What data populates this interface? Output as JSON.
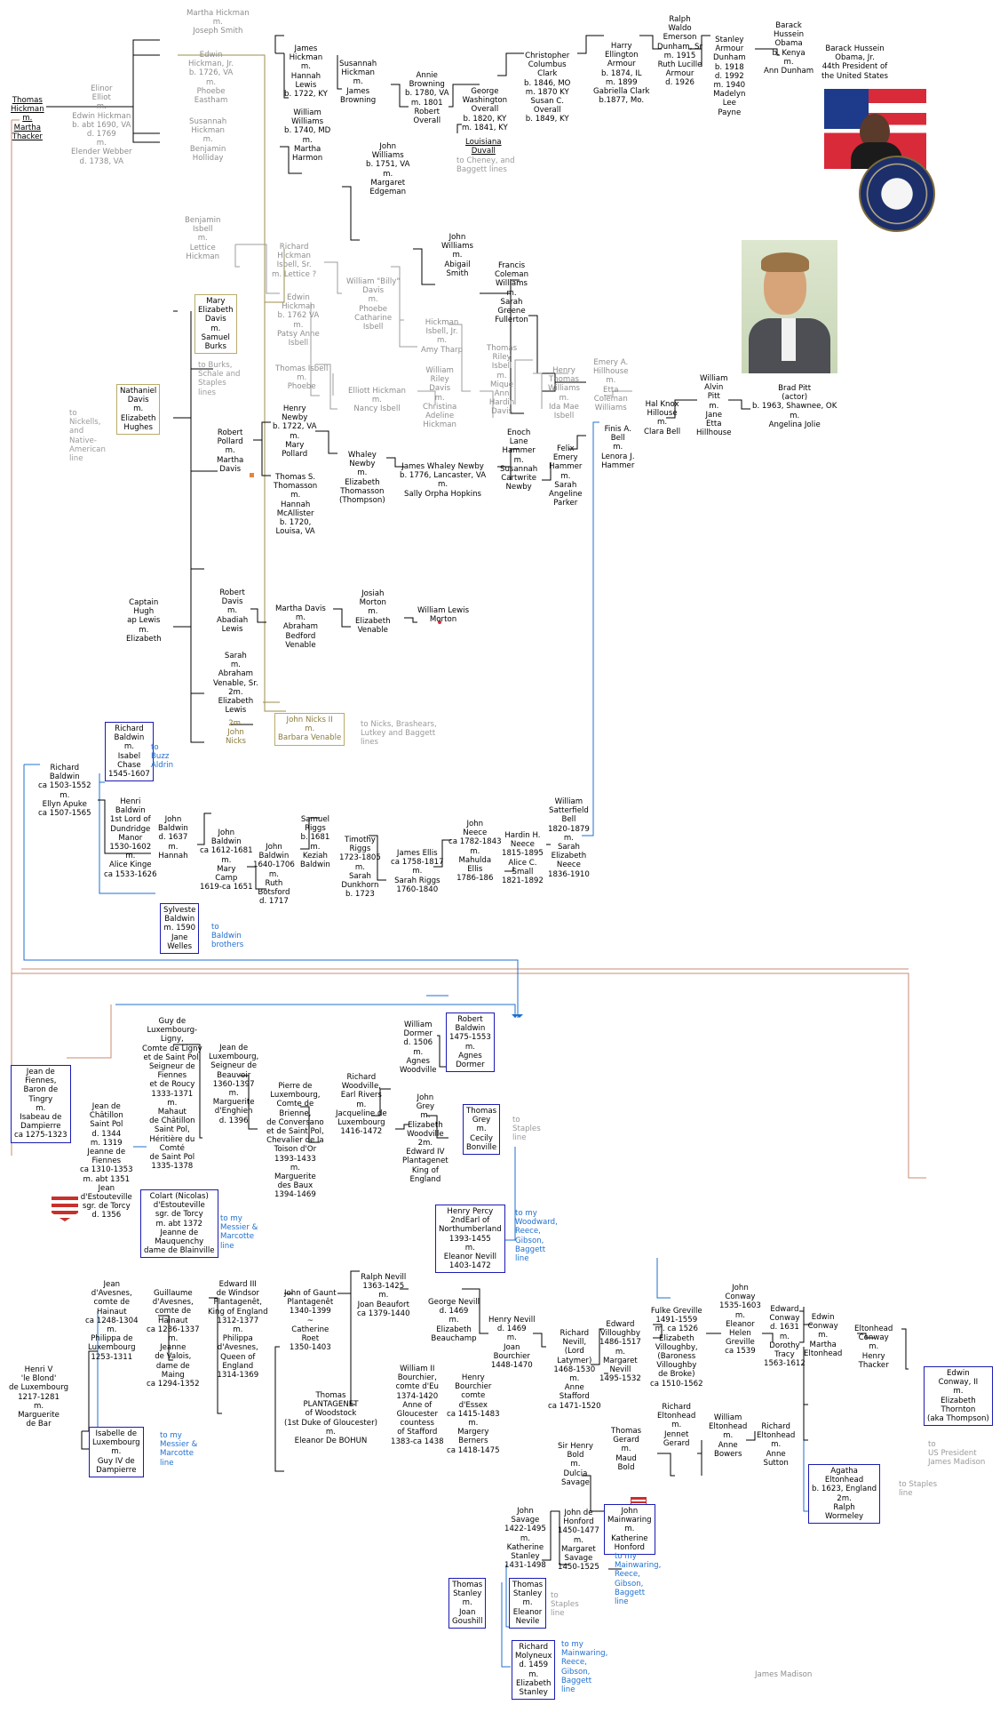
{
  "people": [
    {
      "id": "thomas_hickman",
      "text": "Thomas\nHickman\nm.\nMartha\nThacker"
    },
    {
      "id": "martha_hickman",
      "text": "Martha Hickman\nm.\nJoseph Smith",
      "style": "g"
    },
    {
      "id": "edwin_hickman_jr",
      "text": "Edwin\nHickman, Jr.\nb. 1726, VA\nm.\nPhoebe\nEastham",
      "style": "g"
    },
    {
      "id": "elinor_elliot",
      "text": "Elinor\nElliot\nm.\nEdwin Hickman\nb. abt 1690, VA\nd. 1769\nm.\nElender Webber\nd. 1738, VA",
      "style": "g"
    },
    {
      "id": "susannah_holliday",
      "text": "Susannah\nHickman\nm.\nBenjamin\nHolliday",
      "style": "g"
    },
    {
      "id": "james_hickman",
      "text": "James\nHickman\nm.\nHannah\nLewis\nb. 1722, KY"
    },
    {
      "id": "susannah_browning",
      "text": "Susannah\nHickman\nm.\nJames\nBrowning"
    },
    {
      "id": "annie_browning",
      "text": "Annie\nBrowning\nb. 1780, VA\nm. 1801\nRobert\nOverall"
    },
    {
      "id": "george_overall",
      "text": "George\nWashington\nOverall\nb. 1820, KY\nm. 1841, KY"
    },
    {
      "id": "louisiana_duvall",
      "text": "Louisiana\nDuvall"
    },
    {
      "id": "christopher_clark",
      "text": "Christopher\nColumbus\nClark\nb. 1846, MO\nm. 1870 KY\nSusan C.\nOverall\nb. 1849, KY"
    },
    {
      "id": "harry_armour",
      "text": "Harry\nEllington\nArmour\nb. 1874, IL\nm. 1899\nGabriella Clark\nb.1877, Mo."
    },
    {
      "id": "ralph_dunham",
      "text": "Ralph\nWaldo\nEmerson\nDunham, Sr\nm. 1915\nRuth Lucille\nArmour\nd. 1926"
    },
    {
      "id": "stanley_dunham",
      "text": "Stanley\nArmour\nDunham\nb. 1918\nd. 1992\nm. 1940\nMadelyn\nLee\nPayne"
    },
    {
      "id": "barack_obama_sr",
      "text": "Barack\nHussein\nObama\nb. Kenya\nm.\nAnn Dunham"
    },
    {
      "id": "barack_obama_jr",
      "text": "Barack Hussein\nObama, Jr.\n44th President of\nthe United States"
    },
    {
      "id": "william_williams",
      "text": "William\nWilliams\nb. 1740, MD\nm.\nMartha\nHarmon"
    },
    {
      "id": "john_williams_1751",
      "text": "John\nWilliams\nb. 1751, VA\nm.\nMargaret\nEdgeman"
    },
    {
      "id": "john_williams_smith",
      "text": "John\nWilliams\nm.\nAbigail\nSmith"
    },
    {
      "id": "benjamin_isbell",
      "text": "Benjamin\nIsbell\nm.\nLettice\nHickman",
      "style": "g"
    },
    {
      "id": "richard_hickman_isbell",
      "text": "Richard\nHickman\nIsbell, Sr.\nm. Lettice ?",
      "style": "g"
    },
    {
      "id": "edwin_hickman_1762",
      "text": "Edwin\nHickman\nb. 1762 VA\nm.\nPatsy Anne\nIsbell",
      "style": "g"
    },
    {
      "id": "thomas_isbell",
      "text": "Thomas Isbell\nm.\nPhoebe",
      "style": "g"
    },
    {
      "id": "billy_davis",
      "text": "William \"Billy\"\nDavis\nm.\nPhoebe\nCatharine\nIsbell",
      "style": "g"
    },
    {
      "id": "elliott_hickman",
      "text": "Elliott Hickman\nm.\nNancy Isbell",
      "style": "g"
    },
    {
      "id": "hickman_isbell_jr",
      "text": "Hickman\nIsbell, Jr.\nm.\nAmy Tharp",
      "style": "g"
    },
    {
      "id": "william_riley_davis",
      "text": "William\nRiley\nDavis\nm.\nChristina\nAdeline\nHickman",
      "style": "g"
    },
    {
      "id": "thomas_riley_isbell",
      "text": "Thomas\nRiley\nIsbell\nm.\nMique\nAnn\nHardin\nDavis",
      "style": "g"
    },
    {
      "id": "francis_williams",
      "text": "Francis\nColeman\nWilliams\nm.\nSarah\nGreene\nFullerton"
    },
    {
      "id": "henry_williams",
      "text": "Henry\nThomas\nWilliams\nm.\nIda Mae\nIsbell",
      "style": "g"
    },
    {
      "id": "emery_hillhouse",
      "text": "Emery A.\nHillhouse\nm.\nEtta\nColeman\nWilliams",
      "style": "g"
    },
    {
      "id": "hal_hillhouse",
      "text": "Hal Knox\nHillouse\nm.\nClara Bell"
    },
    {
      "id": "william_pitt",
      "text": "William\nAlvin\nPitt\nm.\nJane\nEtta\nHillhouse"
    },
    {
      "id": "finis_hammer",
      "text": "Finis A.\nBell\nm.\nLenora J.\nHammer"
    },
    {
      "id": "mary_burks",
      "text": "Mary\nElizabeth\nDavis\nm.\nSamuel\nBurks",
      "style": "bo"
    },
    {
      "id": "nathaniel_davis",
      "text": "Nathaniel\nDavis\nm.\nElizabeth\nHughes",
      "style": "bo"
    },
    {
      "id": "robert_pollard",
      "text": "Robert\nPollard\nm.\nMartha\nDavis"
    },
    {
      "id": "henry_newby",
      "text": "Henry\nNewby\nb. 1722, VA\nm.\nMary\nPollard"
    },
    {
      "id": "thomas_thomasson",
      "text": "Thomas S.\nThomasson\nm.\nHannah\nMcAllister\nb. 1720,\nLouisa, VA"
    },
    {
      "id": "whaley_newby",
      "text": "Whaley\nNewby\nm.\nElizabeth\nThomasson\n(Thompson)"
    },
    {
      "id": "james_whaley_newby",
      "text": "James Whaley Newby\nb. 1776, Lancaster, VA\nm.\nSally Orpha Hopkins"
    },
    {
      "id": "enoch_hammer",
      "text": "Enoch\nLane\nHammer\nm.\nSusannah\nCartwrite\nNewby"
    },
    {
      "id": "felix_hammer",
      "text": "Felix\nEmery\nHammer\nm.\nSarah\nAngeline\nParker"
    },
    {
      "id": "hugh_lewis",
      "text": "Captain\nHugh\nap Lewis\nm.\nElizabeth"
    },
    {
      "id": "robert_davis",
      "text": "Robert\nDavis\nm.\nAbadiah\nLewis"
    },
    {
      "id": "martha_davis_venable",
      "text": "Martha Davis\nm.\nAbraham\nBedford\nVenable"
    },
    {
      "id": "josiah_morton",
      "text": "Josiah\nMorton\nm.\nElizabeth\nVenable"
    },
    {
      "id": "william_lewis_morton",
      "text": "William Lewis\nMorton"
    },
    {
      "id": "sarah_venable",
      "text": "Sarah\nm.\nAbraham\nVenable, Sr.\n2m.\nElizabeth\nLewis"
    },
    {
      "id": "john_nicks_2m",
      "text": "2m.\nJohn\nNicks",
      "style": "ol"
    },
    {
      "id": "john_nicks_ii",
      "text": "John Nicks II\nm.\nBarbara Venable",
      "style": "bo ol"
    },
    {
      "id": "richard_baldwin_chase",
      "text": "Richard\nBaldwin\nm.\nIsabel\nChase\n1545-1607",
      "style": "b"
    },
    {
      "id": "richard_baldwin_apuke",
      "text": "Richard\nBaldwin\nca 1503-1552\nm.\nEllyn Apuke\nca 1507-1565"
    },
    {
      "id": "henri_baldwin",
      "text": "Henri\nBaldwin\n1st Lord of\nDundridge\nManor\n1530-1602\nm.\nAlice Kinge\nca 1533-1626"
    },
    {
      "id": "john_baldwin_1637",
      "text": "John\nBaldwin\nd. 1637\nm.\nHannah"
    },
    {
      "id": "john_baldwin_camp",
      "text": "John\nBaldwin\nca 1612-1681\nm.\nMary\nCamp\n1619-ca 1651"
    },
    {
      "id": "john_baldwin_botsford",
      "text": "John\nBaldwin\n1640-1706\nm.\nRuth\nBotsford\nd. 1717"
    },
    {
      "id": "samuel_riggs",
      "text": "Samuel\nRiggs\nb. 1681\nm.\nKeziah\nBaldwin"
    },
    {
      "id": "timothy_riggs",
      "text": "Timothy\nRiggs\n1723-1805\nm.\nSarah\nDunkhorn\nb. 1723"
    },
    {
      "id": "james_ellis",
      "text": "James Ellis\nca 1758-1817\nm.\nSarah Riggs\n1760-1840"
    },
    {
      "id": "john_neece",
      "text": "John\nNeece\nca 1782-1843\nm.\nMahulda\nEllis\n1786-186"
    },
    {
      "id": "hardin_neece",
      "text": "Hardin H.\nNeece\n1815-1895\nAlice C.\nSmall\n1821-1892"
    },
    {
      "id": "william_bell",
      "text": "William\nSatterfield\nBell\n1820-1879\nm.\nSarah\nElizabeth\nNeece\n1836-1910"
    },
    {
      "id": "sylveste_baldwin",
      "text": "Sylveste\nBaldwin\nm. 1590\nJane\nWelles",
      "style": "b"
    },
    {
      "id": "guy_luxembourg",
      "text": "Guy de\nLuxembourg-\nLigny,\nComte de Ligny\net de Saint Pol,\nSeigneur de\nFiennes\net de Roucy\n1333-1371\nm.\nMahaut\nde Châtillon\nSaint Pol,\nHéritière du\nComté\nde Saint Pol\n1335-1378"
    },
    {
      "id": "jean_luxembourg_beauvoir",
      "text": "Jean de\nLuxembourg,\nSeigneur de\nBeauvoir\n1360-1397\nm.\nMarguerite\nd'Enghien\nd. 1396"
    },
    {
      "id": "pierre_luxembourg",
      "text": "Pierre de\nLuxembourg,\nComte de\nBrienne,\nde Conversano\net de Saint Pol,\nChevalier de la\nToison d'Or\n1393-1433\nm.\nMarguerite\ndes Baux\n1394-1469"
    },
    {
      "id": "richard_woodville",
      "text": "Richard\nWoodville,\nEarl Rivers\nm.\nJacqueline de\nLuxembourg\n1416-1472"
    },
    {
      "id": "william_dormer",
      "text": "William\nDormer\nd. 1506\nm.\nAgnes\nWoodville"
    },
    {
      "id": "robert_baldwin_dormer",
      "text": "Robert\nBaldwin\n1475-1553\nm.\nAgnes\nDormer",
      "style": "b"
    },
    {
      "id": "john_grey",
      "text": "John\nGrey\nm.\nElizabeth\nWoodville\n2m.\nEdward IV\nPlantagenet\nKing of\nEngland"
    },
    {
      "id": "thomas_grey",
      "text": "Thomas\nGrey\nm.\nCecily\nBonville",
      "style": "b"
    },
    {
      "id": "jean_fiennes",
      "text": "Jean de\nFiennes,\nBaron de\nTingry\nm.\nIsabeau de\nDampierre\nca 1275-1323",
      "style": "b"
    },
    {
      "id": "jean_chatillon",
      "text": "Jean de\nChâtillon\nSaint Pol\nd. 1344\nm. 1319\nJeanne de\nFiennes\nca 1310-1353\nm. abt 1351\nJean\nd'Estouteville\nsgr. de Torcy\nd. 1356"
    },
    {
      "id": "colart_estouteville",
      "text": "Colart (Nicolas)\nd'Estouteville\nsgr. de Torcy\nm. abt 1372\nJeanne de\nMauquenchy\ndame de Blainville",
      "style": "b"
    },
    {
      "id": "henry_percy",
      "text": "Henry Percy\n2ndEarl of\nNorthumberland\n1393-1455\nm.\nEleanor Nevill\n1403-1472",
      "style": "b"
    },
    {
      "id": "jean_avesnes",
      "text": "Jean\nd'Avesnes,\ncomte de\nHainaut\nca 1248-1304\nm.\nPhilippa de\nLuxembourg\n1253-1311"
    },
    {
      "id": "guillaume_avesnes",
      "text": "Guillaume\nd'Avesnes,\ncomte de\nHainaut\nca 1286-1337\nm.\nJeanne\nde Valois,\ndame de\nMaing\nca 1294-1352"
    },
    {
      "id": "edward_iii",
      "text": "Edward III\nde Windsor\nPlantagenêt,\nKing of England\n1312-1377\nm.\nPhilippa\nd'Avesnes,\nQueen of\nEngland\n1314-1369"
    },
    {
      "id": "john_of_gaunt",
      "text": "John of Gaunt\nPlantagenêt\n1340-1399\n~\nCatherine\nRoet\n1350-1403"
    },
    {
      "id": "ralph_nevill",
      "text": "Ralph Nevill\n1363-1425\nm.\nJoan Beaufort\nca 1379-1440"
    },
    {
      "id": "george_nevill",
      "text": "George Nevill\nd. 1469\nm.\nElizabeth\nBeauchamp"
    },
    {
      "id": "henry_nevill",
      "text": "Henry Nevill\nd. 1469\nm.\nJoan\nBourchier\n1448-1470"
    },
    {
      "id": "richard_nevill_latymer",
      "text": "Richard\nNevill,\n(Lord\nLatymer)\n1468-1530\nm.\nAnne\nStafford\nca 1471-1520"
    },
    {
      "id": "edward_willoughby",
      "text": "Edward\nVilloughby\n1486-1517\nm.\nMargaret\nNevill\n1495-1532"
    },
    {
      "id": "fulke_greville",
      "text": "Fulke Greville\n1491-1559\nm. ca 1526\nElizabeth\nVilloughby,\n(Baroness\nVilloughby\nde Broke)\nca 1510-1562"
    },
    {
      "id": "john_conway",
      "text": "John\nConway\n1535-1603\nm.\nEleanor\nHelen\nGreville\nca 1539"
    },
    {
      "id": "edward_conway",
      "text": "Edward\nConway\nd. 1631\nm.\nDorothy\nTracy\n1563-1612"
    },
    {
      "id": "edwin_conway_martha",
      "text": "Edwin\nConway\nm.\nMartha\nEltonhead"
    },
    {
      "id": "eltonhead_conway",
      "text": "Eltonhead\nConway\nm.\nHenry\nThacker"
    },
    {
      "id": "edwin_conway_ii",
      "text": "Edwin\nConway, II\nm.\nElizabeth\nThornton\n(aka Thompson)",
      "style": "b"
    },
    {
      "id": "henri_v_luxembourg",
      "text": "Henri V\n'le Blond'\nde Luxembourg\n1217-1281\nm.\nMarguerite\nde Bar"
    },
    {
      "id": "isabelle_luxembourg",
      "text": "Isabelle de\nLuxembourg\nm.\nGuy IV de\nDampierre",
      "style": "b"
    },
    {
      "id": "thomas_plantagenet",
      "text": "Thomas\nPLANTAGENET\nof Woodstock\n(1st Duke of Gloucester)\nm.\nEleanor De BOHUN"
    },
    {
      "id": "william_bourchier",
      "text": "William II\nBourchier,\ncomte d'Eu\n1374-1420\nAnne of\nGloucester\ncountess\nof Stafford\n1383-ca 1438"
    },
    {
      "id": "henry_bourchier",
      "text": "Henry\nBourchier\ncomte\nd'Essex\nca 1415-1483\nm.\nMargery\nBerners\nca 1418-1475"
    },
    {
      "id": "richard_eltonhead_jennet",
      "text": "Richard\nEltonhead\nm.\nJennet\nGerard"
    },
    {
      "id": "thomas_gerard",
      "text": "Thomas\nGerard\nm.\nMaud\nBold"
    },
    {
      "id": "william_eltonhead",
      "text": "William\nEltonhead\nm.\nAnne\nBowers"
    },
    {
      "id": "richard_eltonhead_sutton",
      "text": "Richard\nEltonhead\nm.\nAnne\nSutton"
    },
    {
      "id": "agatha_eltonhead",
      "text": "Agatha\nEltonhead\nb. 1623, England\n2m.\nRalph\nWormeley",
      "style": "b"
    },
    {
      "id": "henry_bold",
      "text": "Sir Henry\nBold\nm.\nDulcia\nSavage"
    },
    {
      "id": "john_savage",
      "text": "John\nSavage\n1422-1495\nm.\nKatherine\nStanley\n1431-1498"
    },
    {
      "id": "john_honford",
      "text": "John de\nHonford\n1450-1477\nm.\nMargaret\nSavage\n1450-1525"
    },
    {
      "id": "john_mainwaring",
      "text": "John\nMainwaring\nm.\nKatherine\nHonford",
      "style": "b"
    },
    {
      "id": "thomas_stanley_goushill",
      "text": "Thomas\nStanley\nm.\nJoan\nGoushill",
      "style": "b"
    },
    {
      "id": "thomas_stanley_nevile",
      "text": "Thomas\nStanley\nm.\nEleanor\nNevile",
      "style": "b"
    },
    {
      "id": "richard_molyneux",
      "text": "Richard\nMolyneux\nd. 1459\nm.\nElizabeth\nStanley",
      "style": "b"
    },
    {
      "id": "brad_pitt",
      "text": "Brad Pitt\n(actor)\nb. 1963, Shawnee, OK\nm.\nAngelina Jolie"
    }
  ],
  "links": [
    {
      "id": "to_cheney",
      "text": "to Cheney, and\nBaggett lines"
    },
    {
      "id": "to_burks",
      "text": "to Burks,\nSchale and\nStaples\nlines"
    },
    {
      "id": "to_nickells",
      "text": "to\nNickells,\nand\nNative-\nAmerican\nline"
    },
    {
      "id": "to_nicks",
      "text": "to Nicks, Brashears,\nLutkey and Baggett\nlines"
    },
    {
      "id": "to_buzz",
      "text": "to\nBuzz\nAldrin"
    },
    {
      "id": "to_baldwin_brothers",
      "text": "to\nBaldwin\nbrothers"
    },
    {
      "id": "to_staples_grey",
      "text": "to\nStaples\nline"
    },
    {
      "id": "to_messier_colart",
      "text": "to my\nMessier &\nMarcotte\nline"
    },
    {
      "id": "to_woodward",
      "text": "to my\nWoodward,\nReece,\nGibson,\nBaggett\nline"
    },
    {
      "id": "to_messier_isabelle",
      "text": "to my\nMessier &\nMarcotte\nline"
    },
    {
      "id": "to_us_president",
      "text": "to\nUS President\nJames Madison"
    },
    {
      "id": "to_staples_agatha",
      "text": "to Staples\nline"
    },
    {
      "id": "to_mainwaring",
      "text": "to my\nMainwaring,\nReece,\nGibson,\nBaggett\nline"
    },
    {
      "id": "to_staples_stanley",
      "text": "to\nStaples\nline"
    },
    {
      "id": "to_mainwaring_molyneux",
      "text": "to my\nMainwaring,\nReece,\nGibson,\nBaggett\nline"
    }
  ],
  "footer_label": "James Madison",
  "colors": {
    "line": "#000000",
    "tree_gray": "#9a9a9a",
    "olive": "#9b8c4a",
    "blue_box": "#1a1ab3",
    "link_blue": "#1f6fd0",
    "salmon": "#c98b72"
  },
  "icons": {
    "obama_photo": "portrait-photo",
    "presidential_seal": "seal-icon",
    "brad_pitt_photo": "portrait-photo",
    "heraldic_shield": "coat-of-arms-icon",
    "checkered_arms": "coat-of-arms-icon"
  }
}
